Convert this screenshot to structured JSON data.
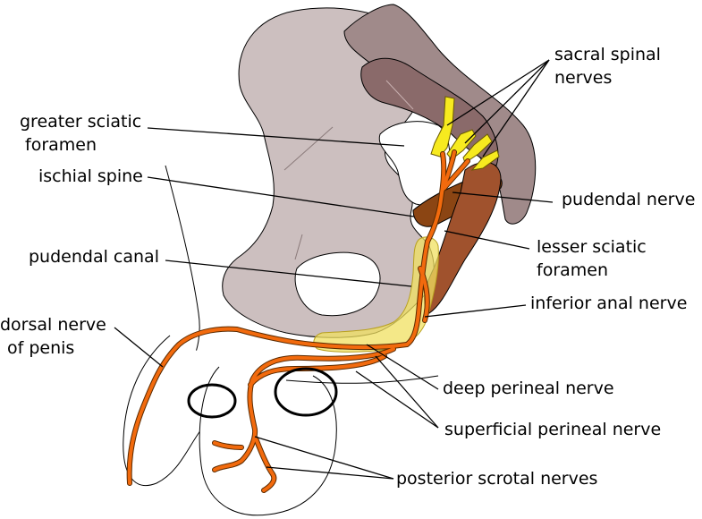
{
  "labels": {
    "sacral_spinal_nerves": [
      "sacral spinal",
      "nerves"
    ],
    "greater_sciatic_foramen": [
      "greater sciatic",
      "foramen"
    ],
    "ischial_spine": "ischial spine",
    "pudendal_nerve": "pudendal nerve",
    "lesser_sciatic_foramen": [
      "lesser sciatic",
      "foramen"
    ],
    "pudendal_canal": "pudendal canal",
    "inferior_anal_nerve": "inferior anal nerve",
    "dorsal_nerve_of_penis": [
      "dorsal nerve",
      "of penis"
    ],
    "deep_perineal_nerve": "deep perineal nerve",
    "superficial_perineal_nerve": "superficial perineal nerve",
    "posterior_scrotal_nerves": "posterior scrotal nerves"
  },
  "colors": {
    "bone": "#ccbfbf",
    "sacrum": "#a08a8a",
    "sacrum_dark": "#8a6a6a",
    "ligament": "#a0522d",
    "nerve": "#f26a0d",
    "nerve_outline": "#5a2a00",
    "sacral_nerve": "#f7ea1f",
    "canal": "#f0e060",
    "ring": "#000000"
  }
}
